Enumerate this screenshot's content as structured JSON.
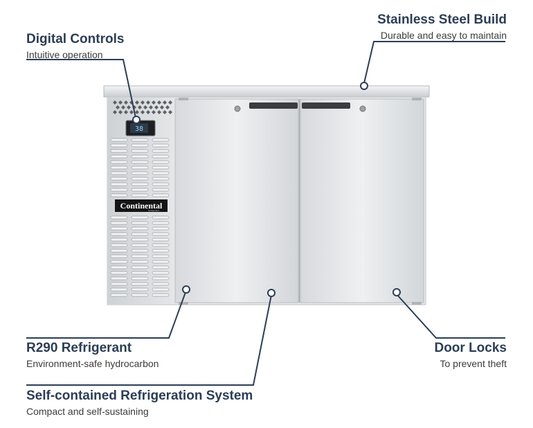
{
  "callouts": {
    "stainless": {
      "title": "Stainless Steel Build",
      "subtitle": "Durable and easy to maintain"
    },
    "digital": {
      "title": "Digital Controls",
      "subtitle": "Intuitive operation"
    },
    "refrigerant": {
      "title": "R290 Refrigerant",
      "subtitle": "Environment-safe hydrocarbon"
    },
    "locks": {
      "title": "Door Locks",
      "subtitle": "To prevent theft"
    },
    "system": {
      "title": "Self-contained Refrigeration System",
      "subtitle": "Compact and self-sustaining"
    }
  },
  "product": {
    "brand": "Continental",
    "brand_sub": "Refrigerator",
    "display_temp": "38"
  },
  "colors": {
    "title": "#2b3d55",
    "line": "#2b3d55",
    "steel_light": "#eceef0",
    "steel_dark": "#c7cacd"
  }
}
